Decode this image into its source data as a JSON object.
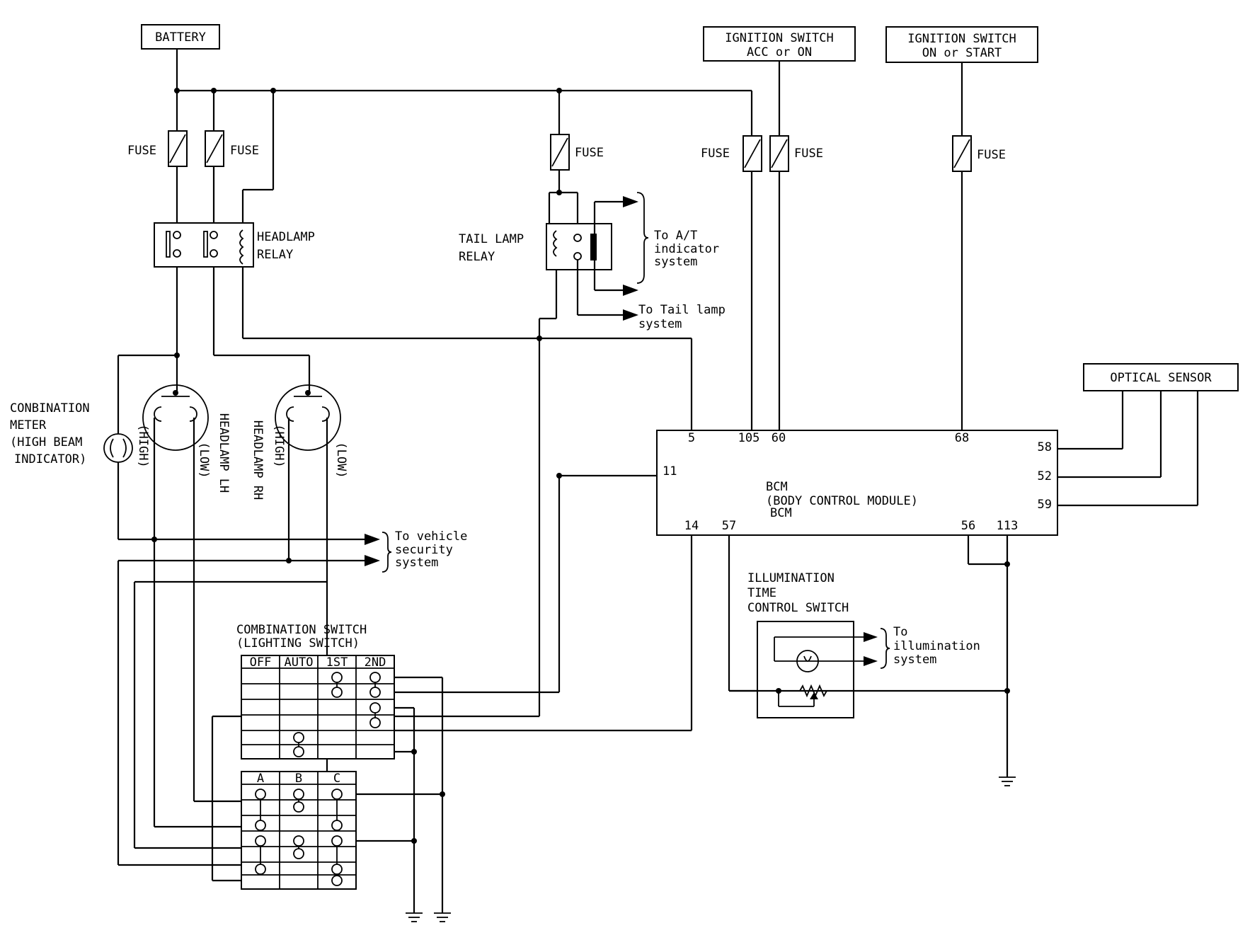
{
  "labels": {
    "battery": "BATTERY",
    "ign_acc_1": "IGNITION SWITCH",
    "ign_acc_2": "ACC or ON",
    "ign_on_1": "IGNITION SWITCH",
    "ign_on_2": "ON or START",
    "fuse": "FUSE",
    "headlamp_relay_1": "HEADLAMP",
    "headlamp_relay_2": "RELAY",
    "tail_relay_1": "TAIL LAMP",
    "tail_relay_2": "RELAY",
    "at_ind_1": "To A/T",
    "at_ind_2": "indicator",
    "at_ind_3": "system",
    "tail_sys_1": "To Tail lamp",
    "tail_sys_2": "system",
    "comb_meter_1": "CONBINATION",
    "comb_meter_2": "METER",
    "comb_meter_3": "(HIGH BEAM",
    "comb_meter_4": "INDICATOR)",
    "lh_high": "(HIGH)",
    "lh_low": "(LOW)",
    "lh_name": "HEADLAMP LH",
    "rh_name": "HEADLAMP RH",
    "rh_high": "(HIGH)",
    "rh_low": "(LOW)",
    "security_1": "To vehicle",
    "security_2": "security",
    "security_3": "system",
    "optical_sensor": "OPTICAL SENSOR",
    "bcm_1": "BCM",
    "bcm_2": "(BODY CONTROL MODULE)",
    "illum_1": "ILLUMINATION",
    "illum_2": "TIME",
    "illum_3": "CONTROL SWITCH",
    "illum_sys_1": "To",
    "illum_sys_2": "illumination",
    "illum_sys_3": "system",
    "comb_switch_1": "COMBINATION SWITCH",
    "comb_switch_2": "(LIGHTING SWITCH)"
  },
  "bcm_pins": {
    "p5": "5",
    "p105": "105",
    "p60": "60",
    "p68": "68",
    "p11": "11",
    "p58": "58",
    "p52": "52",
    "p59": "59",
    "p14": "14",
    "p57": "57",
    "p56": "56",
    "p113": "113"
  },
  "lighting_switch_columns": [
    "OFF",
    "AUTO",
    "1ST",
    "2ND"
  ],
  "abc_switch_columns": [
    "A",
    "B",
    "C"
  ]
}
